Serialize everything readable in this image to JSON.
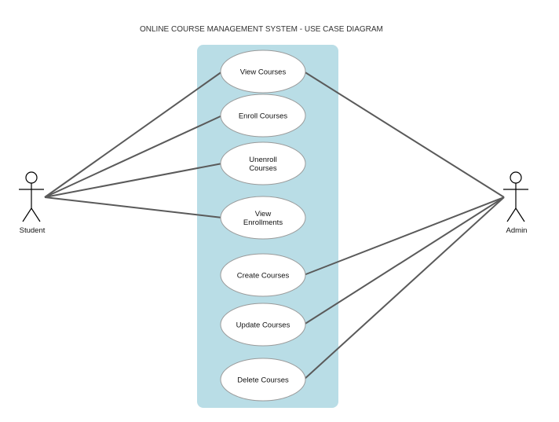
{
  "title": "ONLINE COURSE MANAGEMENT SYSTEM  - USE CASE DIAGRAM",
  "colors": {
    "system_boundary": "#b9dde6",
    "association_line": "#5a5a5a",
    "use_case_fill": "#ffffff",
    "use_case_border": "#9a9a9a"
  },
  "actors": [
    {
      "id": "student",
      "label": "Student"
    },
    {
      "id": "admin",
      "label": "Admin"
    }
  ],
  "use_cases": [
    {
      "id": "view_courses",
      "lines": [
        "View Courses"
      ]
    },
    {
      "id": "enroll_courses",
      "lines": [
        "Enroll Courses"
      ]
    },
    {
      "id": "unenroll_courses",
      "lines": [
        "Unenroll",
        "Courses"
      ]
    },
    {
      "id": "view_enrollments",
      "lines": [
        "View",
        "Enrollments"
      ]
    },
    {
      "id": "create_courses",
      "lines": [
        "Create Courses"
      ]
    },
    {
      "id": "update_courses",
      "lines": [
        "Update Courses"
      ]
    },
    {
      "id": "delete_courses",
      "lines": [
        "Delete Courses"
      ]
    }
  ],
  "associations": [
    {
      "actor": "student",
      "use_case": "view_courses"
    },
    {
      "actor": "student",
      "use_case": "enroll_courses"
    },
    {
      "actor": "student",
      "use_case": "unenroll_courses"
    },
    {
      "actor": "student",
      "use_case": "view_enrollments"
    },
    {
      "actor": "admin",
      "use_case": "view_courses"
    },
    {
      "actor": "admin",
      "use_case": "create_courses"
    },
    {
      "actor": "admin",
      "use_case": "update_courses"
    },
    {
      "actor": "admin",
      "use_case": "delete_courses"
    }
  ]
}
